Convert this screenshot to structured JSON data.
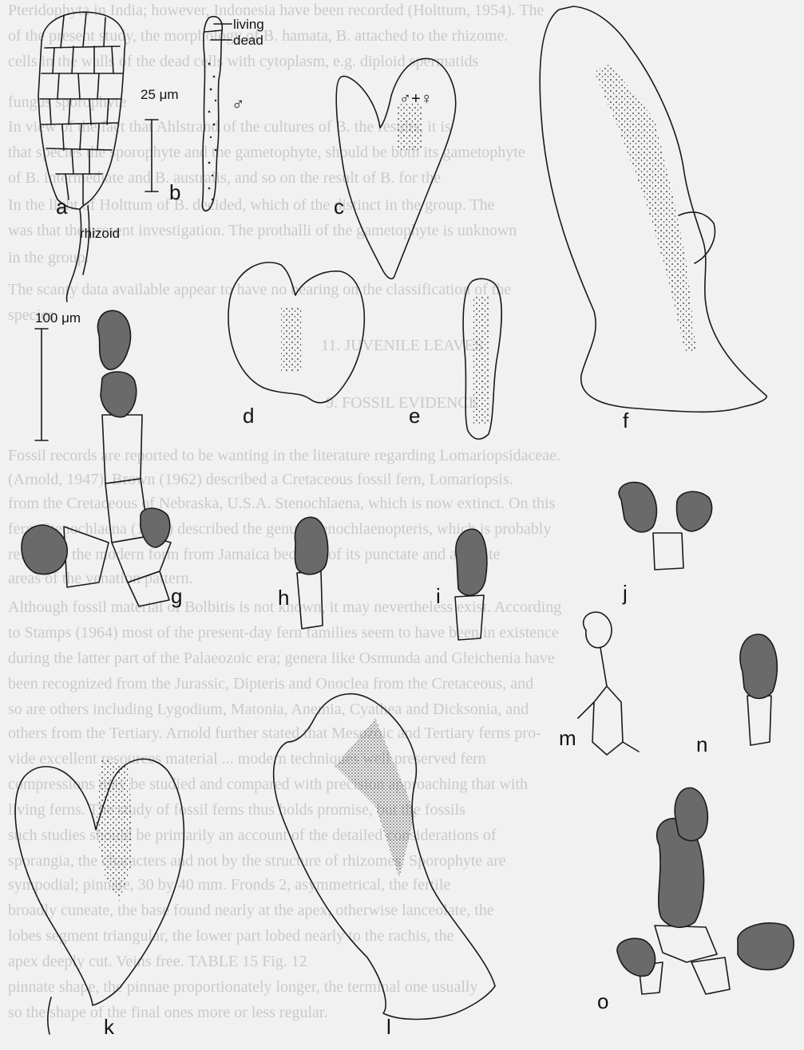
{
  "background_text": [
    "Pteridophyta in India; however, Indonesia have been recorded (Holttum, 1954). The",
    "of the present study, the morphology of B. hamata, B. attached to the rhizome.",
    "cells in the walls of the dead cells with cytoplasm, e.g. diploid spermatids",
    "fungus sporophyte",
    "In view of the fact that Ahlstrand of the cultures of B. the results, it is",
    "that species the sporophyte and the gametophyte, should be both its gametophyte",
    "of B. intermediate and B. australis, and so on the result of B. for the",
    "In the light of Holttum of B. decided, which of the distinct in the group. The",
    "was that the present investigation. The prothalli of the gametophyte is unknown",
    "in the group.",
    "The scanty data available appear to have no bearing on the classification of the",
    "species.",
    "11. JUVENILE LEAVES",
    "9. FOSSIL EVIDENCE",
    "Fossil records are reported to be wanting in the literature regarding Lomariopsidaceae.",
    "(Arnold, 1947). Brown (1962) described a Cretaceous fossil fern, Lomariopsis.",
    "from the Cretaceous of Nebraska, U.S.A. Stenochlaena, which is now extinct. On this",
    "fern, Stenochlaena (1956) described the genus Stenochlaenopteris, which is probably",
    "related to the modern form from Jamaica because of its punctate and areolate",
    "areas of the venation pattern.",
    "Although fossil material of Bolbitis is not known, it may nevertheless exist. According",
    "to Stamps (1964) most of the present-day fern families seem to have been in existence",
    "during the latter part of the Palaeozoic era; genera like Osmunda and Gleichenia have",
    "been recognized from the Jurassic, Dipteris and Onoclea from the Cretaceous, and",
    "so are others including Lygodium, Matonia, Anemia, Cyathea and Dicksonia, and",
    "others from the Tertiary. Arnold further stated that Mesozoic and Tertiary ferns pro-",
    "vide excellent resources material ... modern techniques well preserved fern",
    "compressions may be studied and compared with precision approaching that with",
    "living ferns. The study of fossil ferns thus holds promise, but the fossils",
    "such studies should be primarily an account of the detailed considerations of",
    "sporangia, the characters and not by the structure of rhizomes. Sporophyte are",
    "sympodial; pinnate, 30 by 40 mm. Fronds 2, asymmetrical, the fertile",
    "broadly cuneate, the base found nearly at the apex, otherwise lanceolate, the",
    "lobes segment triangular, the lower part lobed nearly to the rachis, the",
    "apex deeply cut. Veins free. TABLE 15 Fig. 12",
    "pinnate shape, the pinnae proportionately longer, the terminal one usually",
    "so the shape of the final ones more or less regular."
  ],
  "figure": {
    "panel_labels": [
      "a",
      "b",
      "c",
      "d",
      "e",
      "f",
      "g",
      "h",
      "i",
      "j",
      "k",
      "l",
      "m",
      "n",
      "o"
    ],
    "annotations": {
      "living": "living",
      "dead": "dead",
      "male": "♂",
      "male_female": "♂+♀",
      "rhizoid": "rhizoid"
    },
    "scale_bars": {
      "top": "25 μm",
      "bottom": "100 μm"
    }
  },
  "colors": {
    "ink": "#1a1a1a",
    "gemma_fill": "#6a6a6a",
    "paper": "#f1f1f1"
  }
}
